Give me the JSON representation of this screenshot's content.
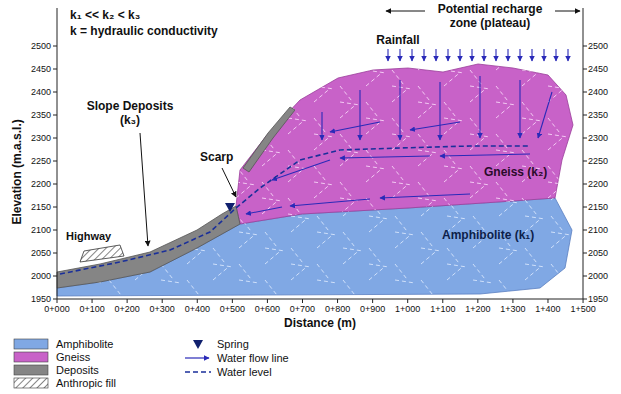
{
  "diagram": {
    "labels": [
      "k₁ << k₂ < k₃",
      "k = hydraulic conductivity",
      "Potential recharge zone (plateau)",
      "Rainfall",
      "Slope Deposits (k₃)",
      "Scarp",
      "Highway",
      "Gneiss (k₂)",
      "Amphibolite (k₁)",
      "Elevation (m.a.s.l.)",
      "Distance (m)",
      "2500",
      "2450",
      "2400",
      "2350",
      "2300",
      "2250",
      "2200",
      "2150",
      "2100",
      "2050",
      "2000",
      "1950",
      "2500",
      "2450",
      "2400",
      "2350",
      "2300",
      "2250",
      "2200",
      "2150",
      "2100",
      "2050",
      "2000",
      "1950",
      "0+000",
      "0+100",
      "0+200",
      "0+300",
      "0+400",
      "0+500",
      "0+600",
      "0+700",
      "0+800",
      "0+900",
      "1+000",
      "1+100",
      "1+200",
      "1+300",
      "1+400",
      "1+500"
    ],
    "legend": [
      {
        "text": "Amphibolite",
        "color": "#80a8e4"
      },
      {
        "text": "Gneiss",
        "color": "#c862c8"
      },
      {
        "text": "Deposits",
        "color": "#858585"
      },
      {
        "text": "Anthropic fill"
      },
      {
        "text": "Spring"
      },
      {
        "text": "Water flow line"
      },
      {
        "text": "Water level"
      }
    ]
  }
}
